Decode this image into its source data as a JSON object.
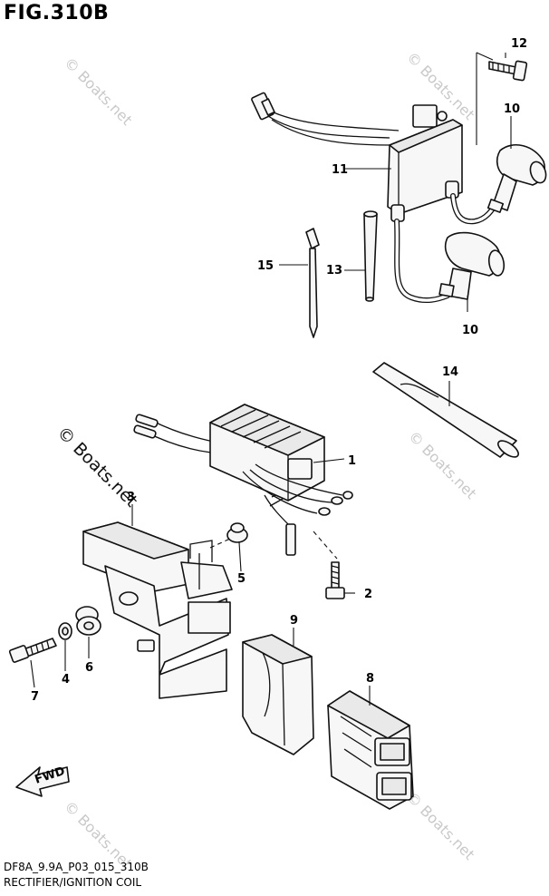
{
  "title": "FIG.310B",
  "watermark": "© Boats.net",
  "callouts": [
    "1",
    "2",
    "3",
    "4",
    "5",
    "6",
    "7",
    "8",
    "9",
    "10",
    "10",
    "11",
    "12",
    "13",
    "14",
    "15"
  ],
  "fwd_label": "FWD",
  "footer": {
    "model_code": "DF8A_9.9A_P03_015_310B",
    "caption": "RECTIFIER/IGNITION COIL"
  }
}
